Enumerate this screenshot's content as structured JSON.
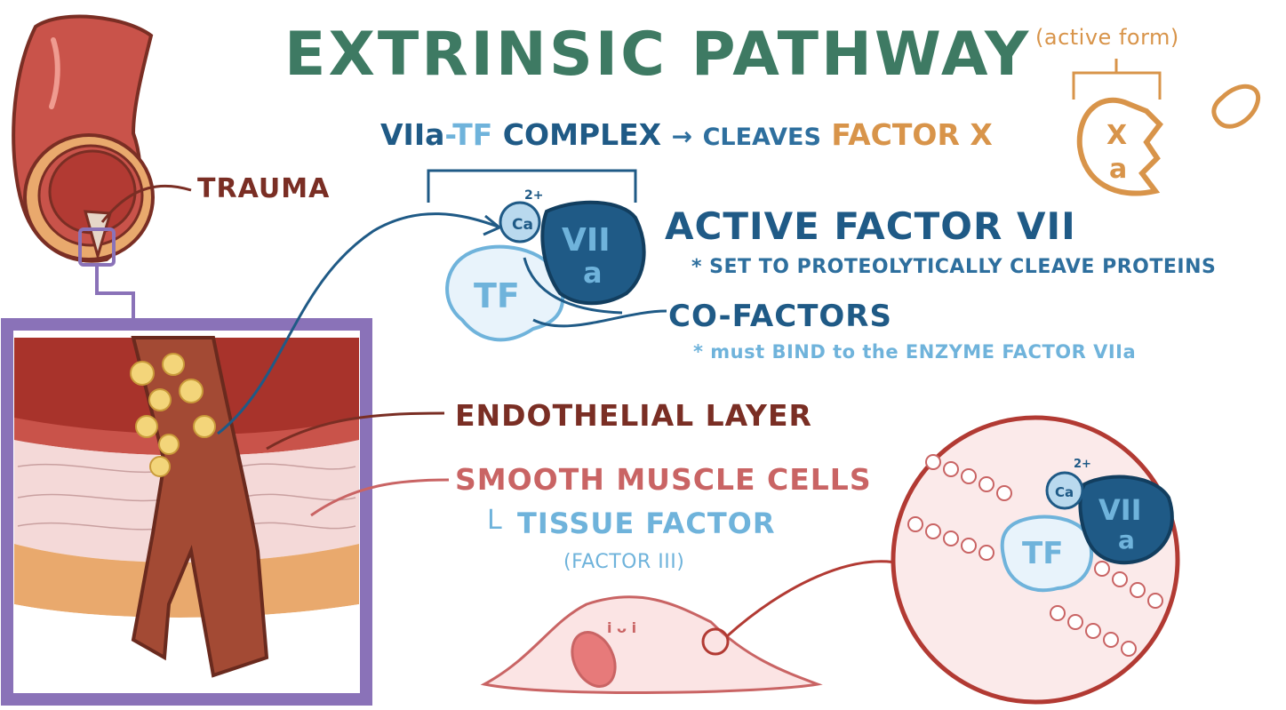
{
  "title": "EXTRINSIC PATHWAY",
  "active_form_note": "(active form)",
  "complex": {
    "vii": "VIIa",
    "dash": "-",
    "tf": "TF",
    "complex_word": "COMPLEX",
    "arrow": "→",
    "cleaves": "CLEAVES",
    "factor_x": "FACTOR X"
  },
  "active_factor": {
    "heading": "ACTIVE FACTOR VII",
    "note": "* SET TO PROTEOLYTICALLY CLEAVE PROTEINS"
  },
  "cofactors": {
    "heading": "CO-FACTORS",
    "note": "* must BIND to the ENZYME FACTOR VIIa"
  },
  "trauma": "TRAUMA",
  "endothelial": "ENDOTHELIAL LAYER",
  "smooth_muscle": "SMOOTH MUSCLE CELLS",
  "tissue_factor": {
    "bracket": "L",
    "label": "TISSUE FACTOR",
    "alt": "(FACTOR III)"
  },
  "molecule": {
    "ca": "Ca",
    "charge": "2+",
    "vii": "VII",
    "a": "a",
    "tf": "TF",
    "x": "X"
  },
  "cell_face": "i ᴗ i",
  "colors": {
    "title_green": "#3e7a63",
    "dark_blue": "#1f5a86",
    "mid_blue": "#2e6f9e",
    "light_blue": "#6fb3db",
    "orange": "#d8944a",
    "maroon": "#7a2e24",
    "brown": "#8a3b27",
    "pink": "#c96464",
    "purple": "#8a72b8"
  }
}
